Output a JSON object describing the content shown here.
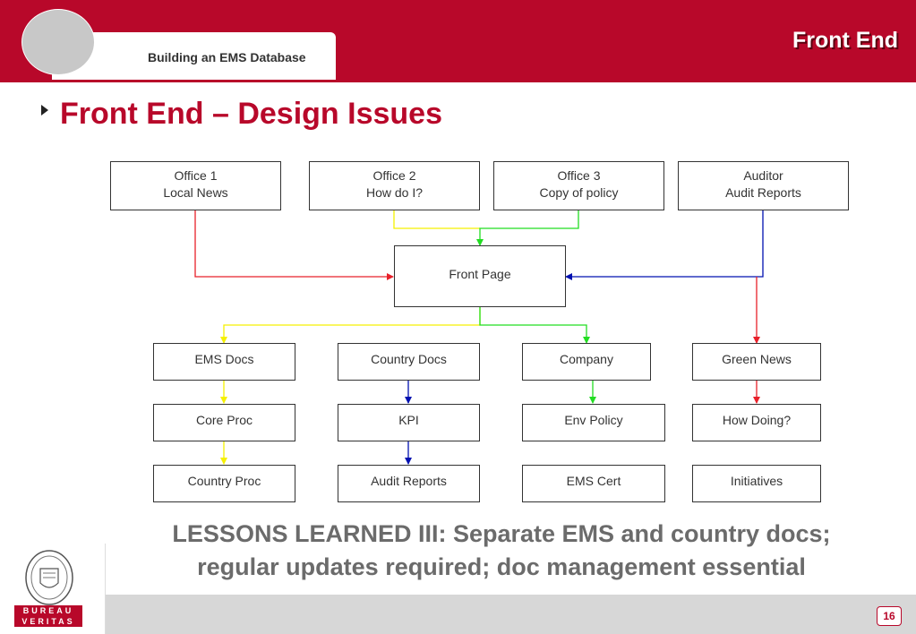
{
  "header": {
    "tab_title": "Building an EMS Database",
    "corner_title": "Front End"
  },
  "slide": {
    "title": "Front End – Design Issues"
  },
  "diagram": {
    "sources": [
      {
        "line1": "Office 1",
        "line2": "Local News"
      },
      {
        "line1": "Office 2",
        "line2": "How do I?"
      },
      {
        "line1": "Office 3",
        "line2": "Copy of policy"
      },
      {
        "line1": "Auditor",
        "line2": "Audit Reports"
      }
    ],
    "hub": "Front Page",
    "row1": [
      "EMS Docs",
      "Country Docs",
      "Company",
      "Green News"
    ],
    "row2": [
      "Core Proc",
      "KPI",
      "Env Policy",
      "How Doing?"
    ],
    "row3": [
      "Country Proc",
      "Audit Reports",
      "EMS Cert",
      "Initiatives"
    ],
    "colors": {
      "red": "#e8202a",
      "yellow": "#f5f000",
      "green": "#22dd22",
      "blue": "#0010b0"
    }
  },
  "lessons": {
    "line1": "LESSONS LEARNED III: Separate EMS and country docs;",
    "line2": "regular updates required; doc management essential"
  },
  "footer": {
    "page_number": "16",
    "logo_line1": "BUREAU",
    "logo_line2": "VERITAS"
  },
  "theme": {
    "brand": "#b8082a"
  }
}
